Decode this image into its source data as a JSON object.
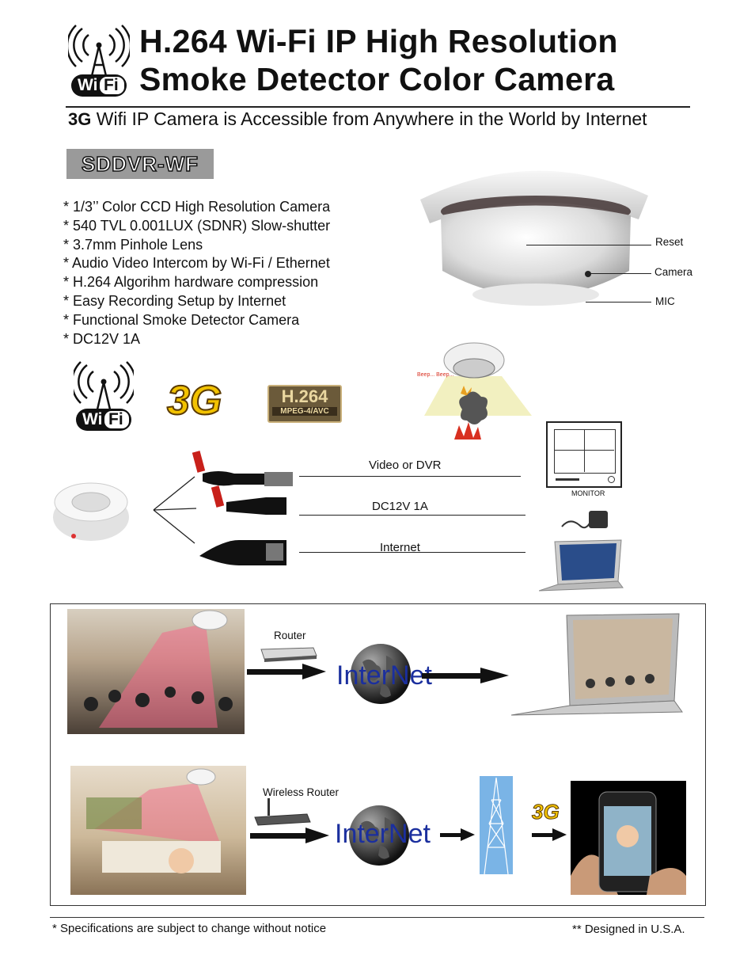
{
  "header": {
    "title_line1": "H.264 Wi-Fi IP High Resolution",
    "title_line2": "Smoke Detector Color Camera",
    "subtitle_bold": "3G",
    "subtitle_rest": " Wifi IP Camera is Accessible from Anywhere in the World by Internet",
    "wifi_logo_text_1": "Wi",
    "wifi_logo_text_2": "Fi"
  },
  "model": "SDDVR-WF",
  "features": [
    "* 1/3’’ Color CCD High Resolution Camera",
    "* 540 TVL 0.001LUX (SDNR) Slow-shutter",
    "* 3.7mm Pinhole Lens",
    "* Audio Video Intercom by Wi-Fi / Ethernet",
    "* H.264 Algorihm hardware compression",
    "* Easy Recording Setup by Internet",
    "* Functional Smoke Detector Camera",
    "* DC12V 1A"
  ],
  "camera_callouts": {
    "reset": "Reset",
    "camera": "Camera",
    "mic": "MIC"
  },
  "logos": {
    "threeg": "3G",
    "h264": "H.264",
    "mpeg": "MPEG-4/AVC",
    "alarm_text": "Beep... Beep..."
  },
  "connections": {
    "video": "Video or DVR",
    "dc": "DC12V 1A",
    "internet": "Internet",
    "monitor": "MONITOR"
  },
  "network": {
    "router": "Router",
    "wireless_router": "Wireless Router",
    "internet_label": "InterNet",
    "threeg": "3G"
  },
  "footer": {
    "left": "* Specifications are subject to change without notice",
    "right": "** Designed  in U.S.A."
  }
}
